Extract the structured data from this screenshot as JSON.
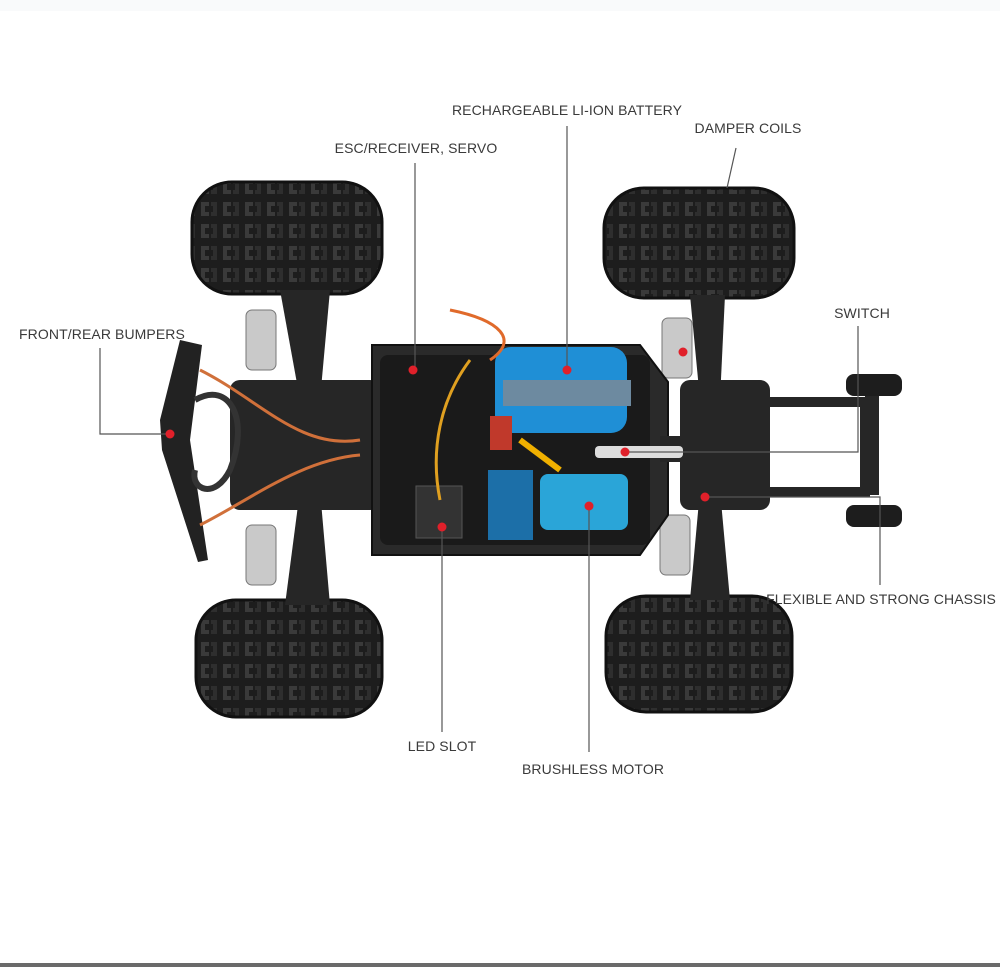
{
  "labels": {
    "battery": "RECHARGEABLE LI-ION BATTERY",
    "esc": "ESC/RECEIVER, SERVO",
    "damper": "DAMPER COILS",
    "switch": "SWITCH",
    "bumpers": "FRONT/REAR BUMPERS",
    "chassis": "FLEXIBLE AND STRONG CHASSIS",
    "led": "LED SLOT",
    "motor": "BRUSHLESS MOTOR"
  },
  "colors": {
    "marker": "#e0202a",
    "leader": "#555555",
    "battery": "#1f8fd6",
    "motor": "#2aa5d8",
    "chassis": "#2a2a2a",
    "tire": "#1d1d1d"
  }
}
